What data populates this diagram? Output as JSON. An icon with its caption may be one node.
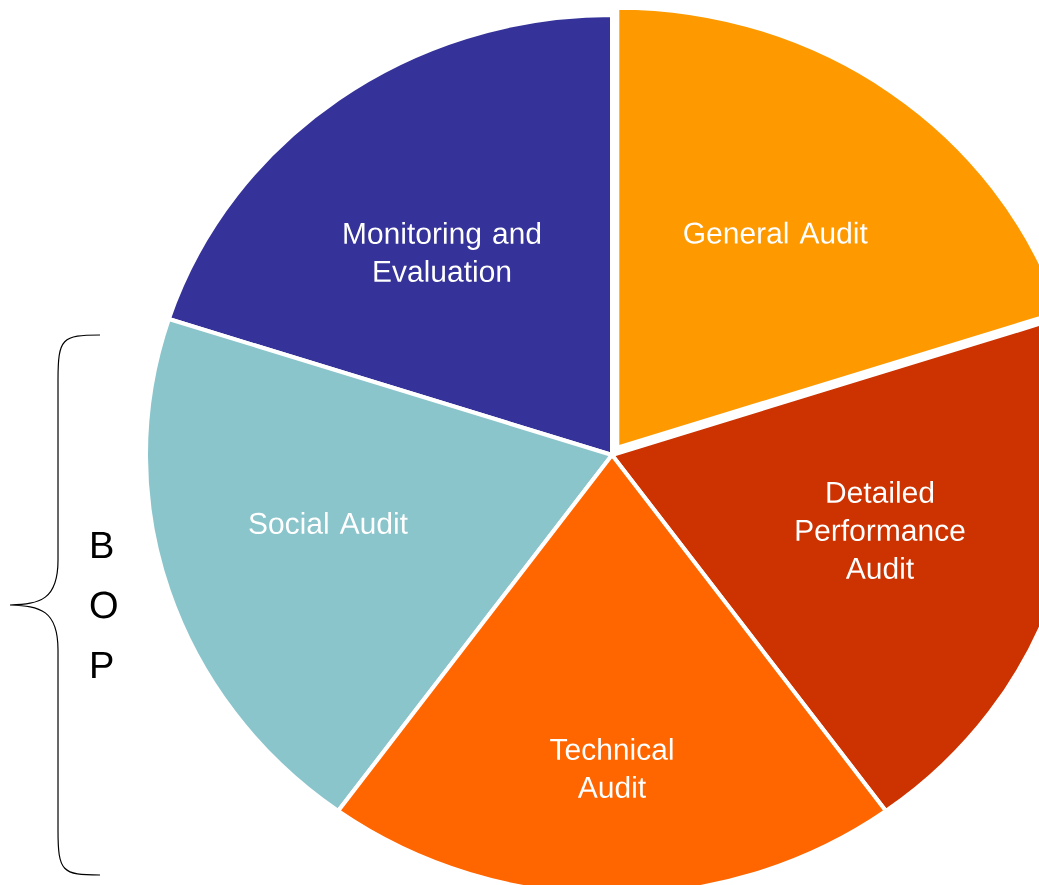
{
  "diagram": {
    "nodes": [
      {
        "text": [
          "Monitoring and Evaluation"
        ]
      },
      {
        "text": [
          "General Audit"
        ]
      },
      {
        "text": [
          "Detailed Performance Audit"
        ]
      },
      {
        "text": [
          "Social Audit"
        ]
      },
      {
        "text": [
          "Technical Audit"
        ]
      }
    ],
    "labels": [
      "B O P"
    ]
  }
}
